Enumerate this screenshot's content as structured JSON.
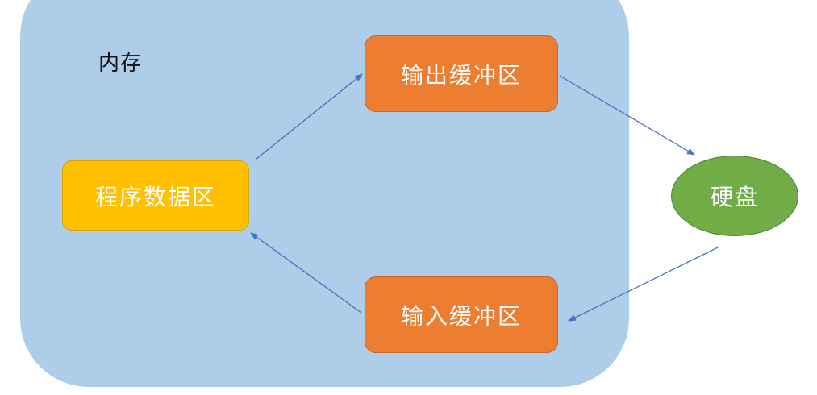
{
  "memory": {
    "label": "内存"
  },
  "nodes": {
    "program_data": "程序数据区",
    "output_buffer": "输出缓冲区",
    "input_buffer": "输入缓冲区",
    "disk": "硬盘"
  },
  "colors": {
    "memory_fill": "#aecde9",
    "program_fill": "#ffc000",
    "buffer_fill": "#ed7d31",
    "disk_fill": "#70ad47",
    "arrow": "#4472c4"
  }
}
